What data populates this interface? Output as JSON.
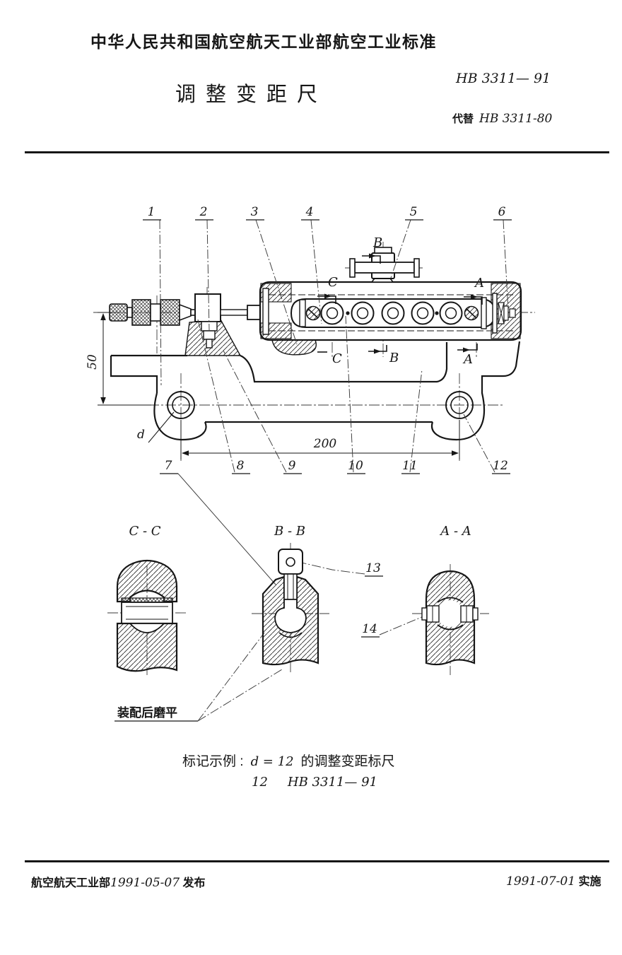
{
  "doc": {
    "header": "中华人民共和国航空航天工业部航空工业标准",
    "title": "调整变距尺",
    "std_no": "HB 3311— 91",
    "supersede_label": "代替",
    "supersede_no": "HB 3311-80"
  },
  "drawing": {
    "callouts": {
      "c1": "1",
      "c2": "2",
      "c3": "3",
      "c4": "4",
      "c5": "5",
      "c6": "6",
      "c7": "7",
      "c8": "8",
      "c9": "9",
      "c10": "10",
      "c11": "11",
      "c12": "12",
      "c13": "13",
      "c14": "14"
    },
    "cuts": {
      "b_top": "B",
      "c_top": "C",
      "a_top": "A",
      "c_bottom": "C",
      "b_bottom": "B",
      "a_bottom": "A"
    },
    "dims": {
      "height": "50",
      "span": "200",
      "hole": "d"
    },
    "sections": {
      "cc": "C - C",
      "bb": "B - B",
      "aa": "A - A"
    },
    "note": "装配后磨平"
  },
  "example": {
    "label": "标记示例 :",
    "value": "d = 12",
    "suffix": "的调整变距标尺",
    "designation_size": "12",
    "designation_std": "HB 3311— 91"
  },
  "footer": {
    "issuer": "航空航天工业部",
    "issue_date": "1991-05-07",
    "issue_label": "发布",
    "impl_date": "1991-07-01",
    "impl_label": "实施"
  },
  "colors": {
    "ink": "#161616",
    "paper": "#ffffff"
  }
}
